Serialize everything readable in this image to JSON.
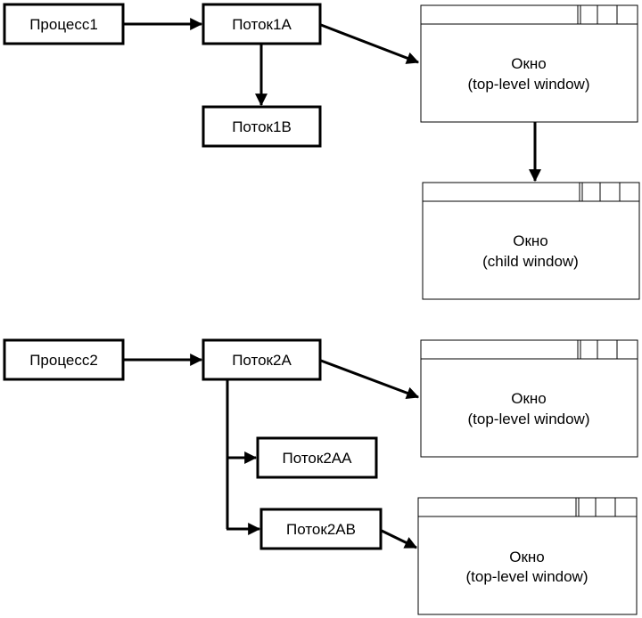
{
  "process1": {
    "label": "Процесс1",
    "thread_a": "Поток1A",
    "thread_b": "Поток1B",
    "window_top": {
      "line1": "Окно",
      "line2": "(top-level window)"
    },
    "window_child": {
      "line1": "Окно",
      "line2": "(child window)"
    }
  },
  "process2": {
    "label": "Процесс2",
    "thread_a": "Поток2A",
    "thread_aa": "Поток2AA",
    "thread_ab": "Поток2AB",
    "window_a": {
      "line1": "Окно",
      "line2": "(top-level window)"
    },
    "window_ab": {
      "line1": "Окно",
      "line2": "(top-level window)"
    }
  }
}
